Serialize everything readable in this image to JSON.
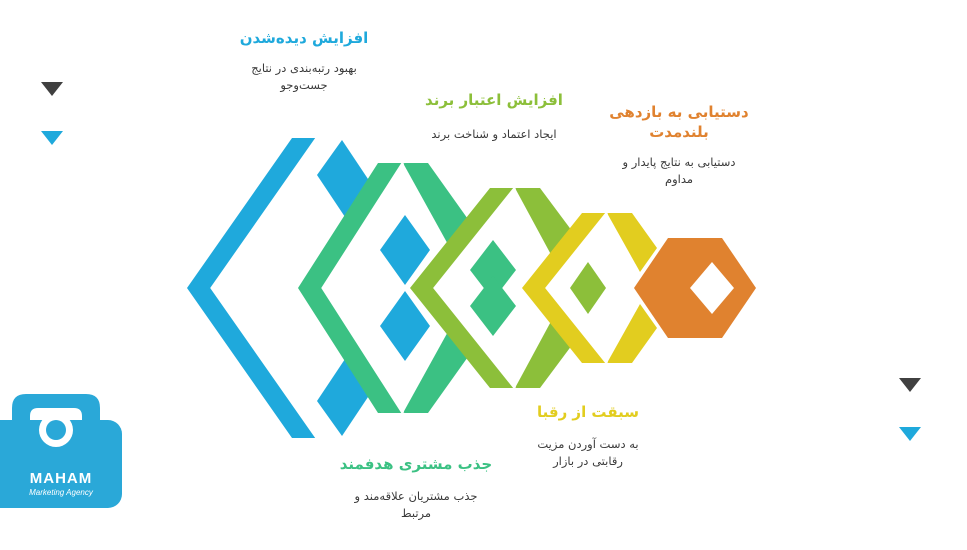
{
  "colors": {
    "blue": "#1FA9DC",
    "green": "#3BC183",
    "lime": "#8CBF3A",
    "yellow": "#E2CD1F",
    "orange": "#E0822F",
    "dark": "#404040",
    "title_blue": "#1FA9DC",
    "title_green": "#8CBF3A",
    "title_orange": "#E0822F",
    "title_yellow": "#E2CD1F",
    "title_green2": "#3BC183"
  },
  "items": [
    {
      "title": "افزایش دیده‌شدن",
      "description": "بهبود رتبه‌بندی در نتایج جست‌وجو"
    },
    {
      "title": "افزایش اعتبار برند",
      "description": "ایجاد اعتماد و شناخت برند"
    },
    {
      "title": "دستیابی به بازدهی بلندمدت",
      "description": "دستیابی به نتایج پایدار و مداوم"
    },
    {
      "title": "سبقت از رقبا",
      "description": "به دست آوردن مزیت رقابتی در بازار"
    },
    {
      "title": "جذب مشتری هدفمند",
      "description": "جذب مشتریان علاقه‌مند و مرتبط"
    }
  ],
  "logo": {
    "name": "MAHAM",
    "tagline": "Marketing Agency"
  },
  "decor_icons": [
    "triangle-down-dark-icon",
    "triangle-down-blue-icon"
  ]
}
